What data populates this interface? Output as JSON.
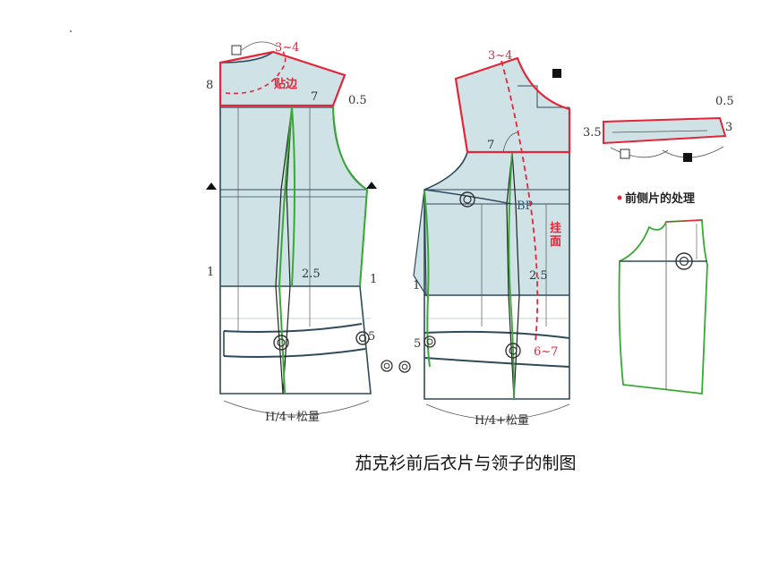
{
  "caption": "茄克衫前后衣片与领子的制图",
  "colors": {
    "fill": "#cfe3e6",
    "outline": "#2f4a5c",
    "red": "#e3263a",
    "green": "#39a935",
    "dark_line": "#3b3b3b",
    "marker_red": "#e3263a"
  },
  "back_piece": {
    "labels": {
      "shoulder_ease": "3~4",
      "facing": "贴边",
      "yoke_height": "8",
      "yoke_point": "7",
      "shoulder_adj": "0.5",
      "hem_side": "1",
      "dart_amount": "2.5",
      "side_right": "1",
      "pocket_offset": "5",
      "width_formula": "H/4+松量"
    }
  },
  "front_piece": {
    "labels": {
      "shoulder_ease": "3~4",
      "yoke_point": "7",
      "bust_point": "BP",
      "facing": "挂面",
      "hem_side": "1",
      "dart_amount": "2.5",
      "pocket_offset": "5",
      "facing_width": "6~7",
      "width_formula": "H/4+松量"
    }
  },
  "collar": {
    "labels": {
      "right_top": "0.5",
      "right_height": "3",
      "left_height": "3.5"
    }
  },
  "side_panel": {
    "title": "前侧片的处理"
  }
}
